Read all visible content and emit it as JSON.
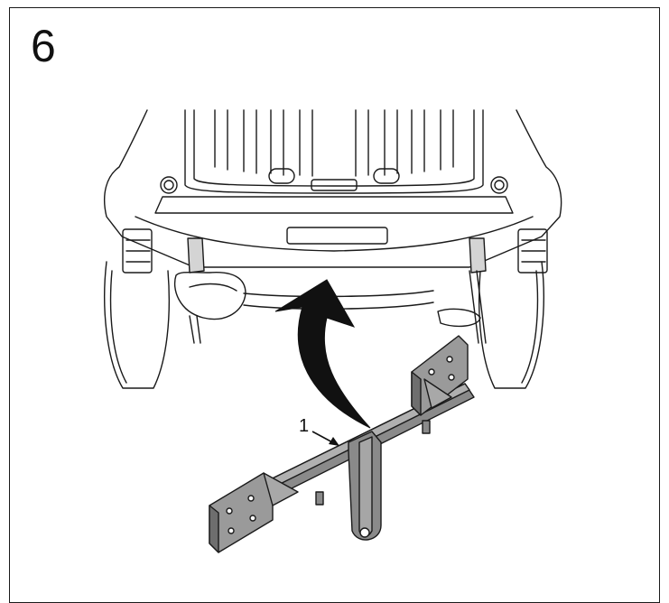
{
  "step": {
    "number": "6"
  },
  "callouts": [
    {
      "label": "1",
      "target": "tow-bar-crossmember"
    }
  ],
  "illustration": {
    "subject": "vehicle-rear-underside",
    "part": "tow-bar-crossmember",
    "line_color": "#1a1a1a",
    "part_fill": "#8a8a8a",
    "arrow_fill": "#111111"
  }
}
